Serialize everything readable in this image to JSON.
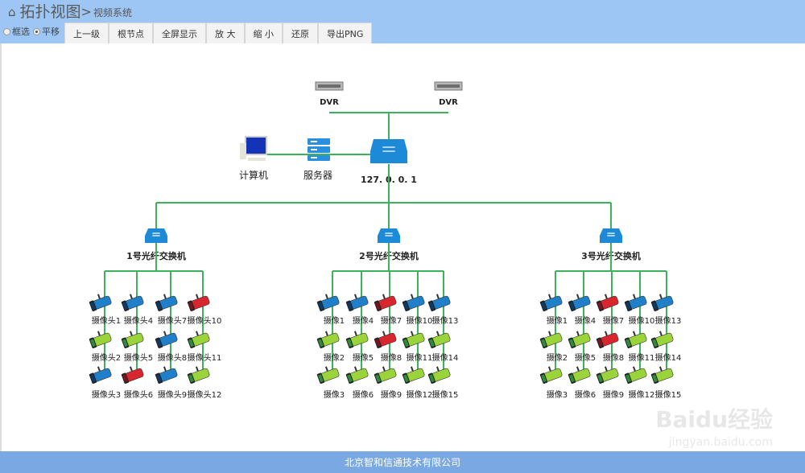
{
  "header": {
    "home_icon": "home-icon",
    "title": "拓扑视图",
    "separator": ">",
    "breadcrumb": "视频系统"
  },
  "toolbar": {
    "modes": [
      {
        "label": "框选",
        "checked": false
      },
      {
        "label": "平移",
        "checked": true
      }
    ],
    "buttons": [
      "上一级",
      "根节点",
      "全屏显示",
      "放 大",
      "缩 小",
      "还原",
      "导出PNG"
    ]
  },
  "topology": {
    "link_color": "#3cb35a",
    "camera_colors": {
      "blue": "#1f7fc8",
      "green": "#9ad43a",
      "red": "#d8262e"
    },
    "dvrs": [
      "DVR",
      "DVR"
    ],
    "computer": "计算机",
    "server": "服务器",
    "core_switch": "127. 0. 0. 1",
    "groups": [
      {
        "switch": "1号光纤交换机",
        "columns": [
          [
            {
              "label": "摄像头1",
              "color": "blue"
            },
            {
              "label": "摄像头2",
              "color": "green"
            },
            {
              "label": "摄像头3",
              "color": "blue"
            }
          ],
          [
            {
              "label": "摄像头4",
              "color": "blue"
            },
            {
              "label": "摄像头5",
              "color": "green"
            },
            {
              "label": "摄像头6",
              "color": "red"
            }
          ],
          [
            {
              "label": "摄像头7",
              "color": "blue"
            },
            {
              "label": "摄像头8",
              "color": "blue"
            },
            {
              "label": "摄像头9",
              "color": "blue"
            }
          ],
          [
            {
              "label": "摄像头10",
              "color": "red"
            },
            {
              "label": "摄像头11",
              "color": "green"
            },
            {
              "label": "摄像头12",
              "color": "green"
            }
          ]
        ]
      },
      {
        "switch": "2号光纤交换机",
        "columns": [
          [
            {
              "label": "摄像1",
              "color": "blue"
            },
            {
              "label": "摄像2",
              "color": "green"
            },
            {
              "label": "摄像3",
              "color": "green"
            }
          ],
          [
            {
              "label": "摄像4",
              "color": "blue"
            },
            {
              "label": "摄像5",
              "color": "green"
            },
            {
              "label": "摄像6",
              "color": "green"
            }
          ],
          [
            {
              "label": "摄像7",
              "color": "red"
            },
            {
              "label": "摄像8",
              "color": "red"
            },
            {
              "label": "摄像9",
              "color": "green"
            }
          ],
          [
            {
              "label": "摄像10",
              "color": "blue"
            },
            {
              "label": "摄像11",
              "color": "green"
            },
            {
              "label": "摄像12",
              "color": "green"
            }
          ],
          [
            {
              "label": "摄像13",
              "color": "blue"
            },
            {
              "label": "摄像14",
              "color": "green"
            },
            {
              "label": "摄像15",
              "color": "green"
            }
          ]
        ]
      },
      {
        "switch": "3号光纤交换机",
        "columns": [
          [
            {
              "label": "摄像1",
              "color": "blue"
            },
            {
              "label": "摄像2",
              "color": "green"
            },
            {
              "label": "摄像3",
              "color": "green"
            }
          ],
          [
            {
              "label": "摄像4",
              "color": "blue"
            },
            {
              "label": "摄像5",
              "color": "green"
            },
            {
              "label": "摄像6",
              "color": "green"
            }
          ],
          [
            {
              "label": "摄像7",
              "color": "red"
            },
            {
              "label": "摄像8",
              "color": "red"
            },
            {
              "label": "摄像9",
              "color": "green"
            }
          ],
          [
            {
              "label": "摄像10",
              "color": "blue"
            },
            {
              "label": "摄像11",
              "color": "green"
            },
            {
              "label": "摄像12",
              "color": "green"
            }
          ],
          [
            {
              "label": "摄像13",
              "color": "blue"
            },
            {
              "label": "摄像14",
              "color": "green"
            },
            {
              "label": "摄像15",
              "color": "green"
            }
          ]
        ]
      }
    ]
  },
  "footer": {
    "company": "北京智和信通技术有限公司"
  },
  "watermark": {
    "logo": "Baidu经验",
    "url": "jingyan.baidu.com"
  }
}
